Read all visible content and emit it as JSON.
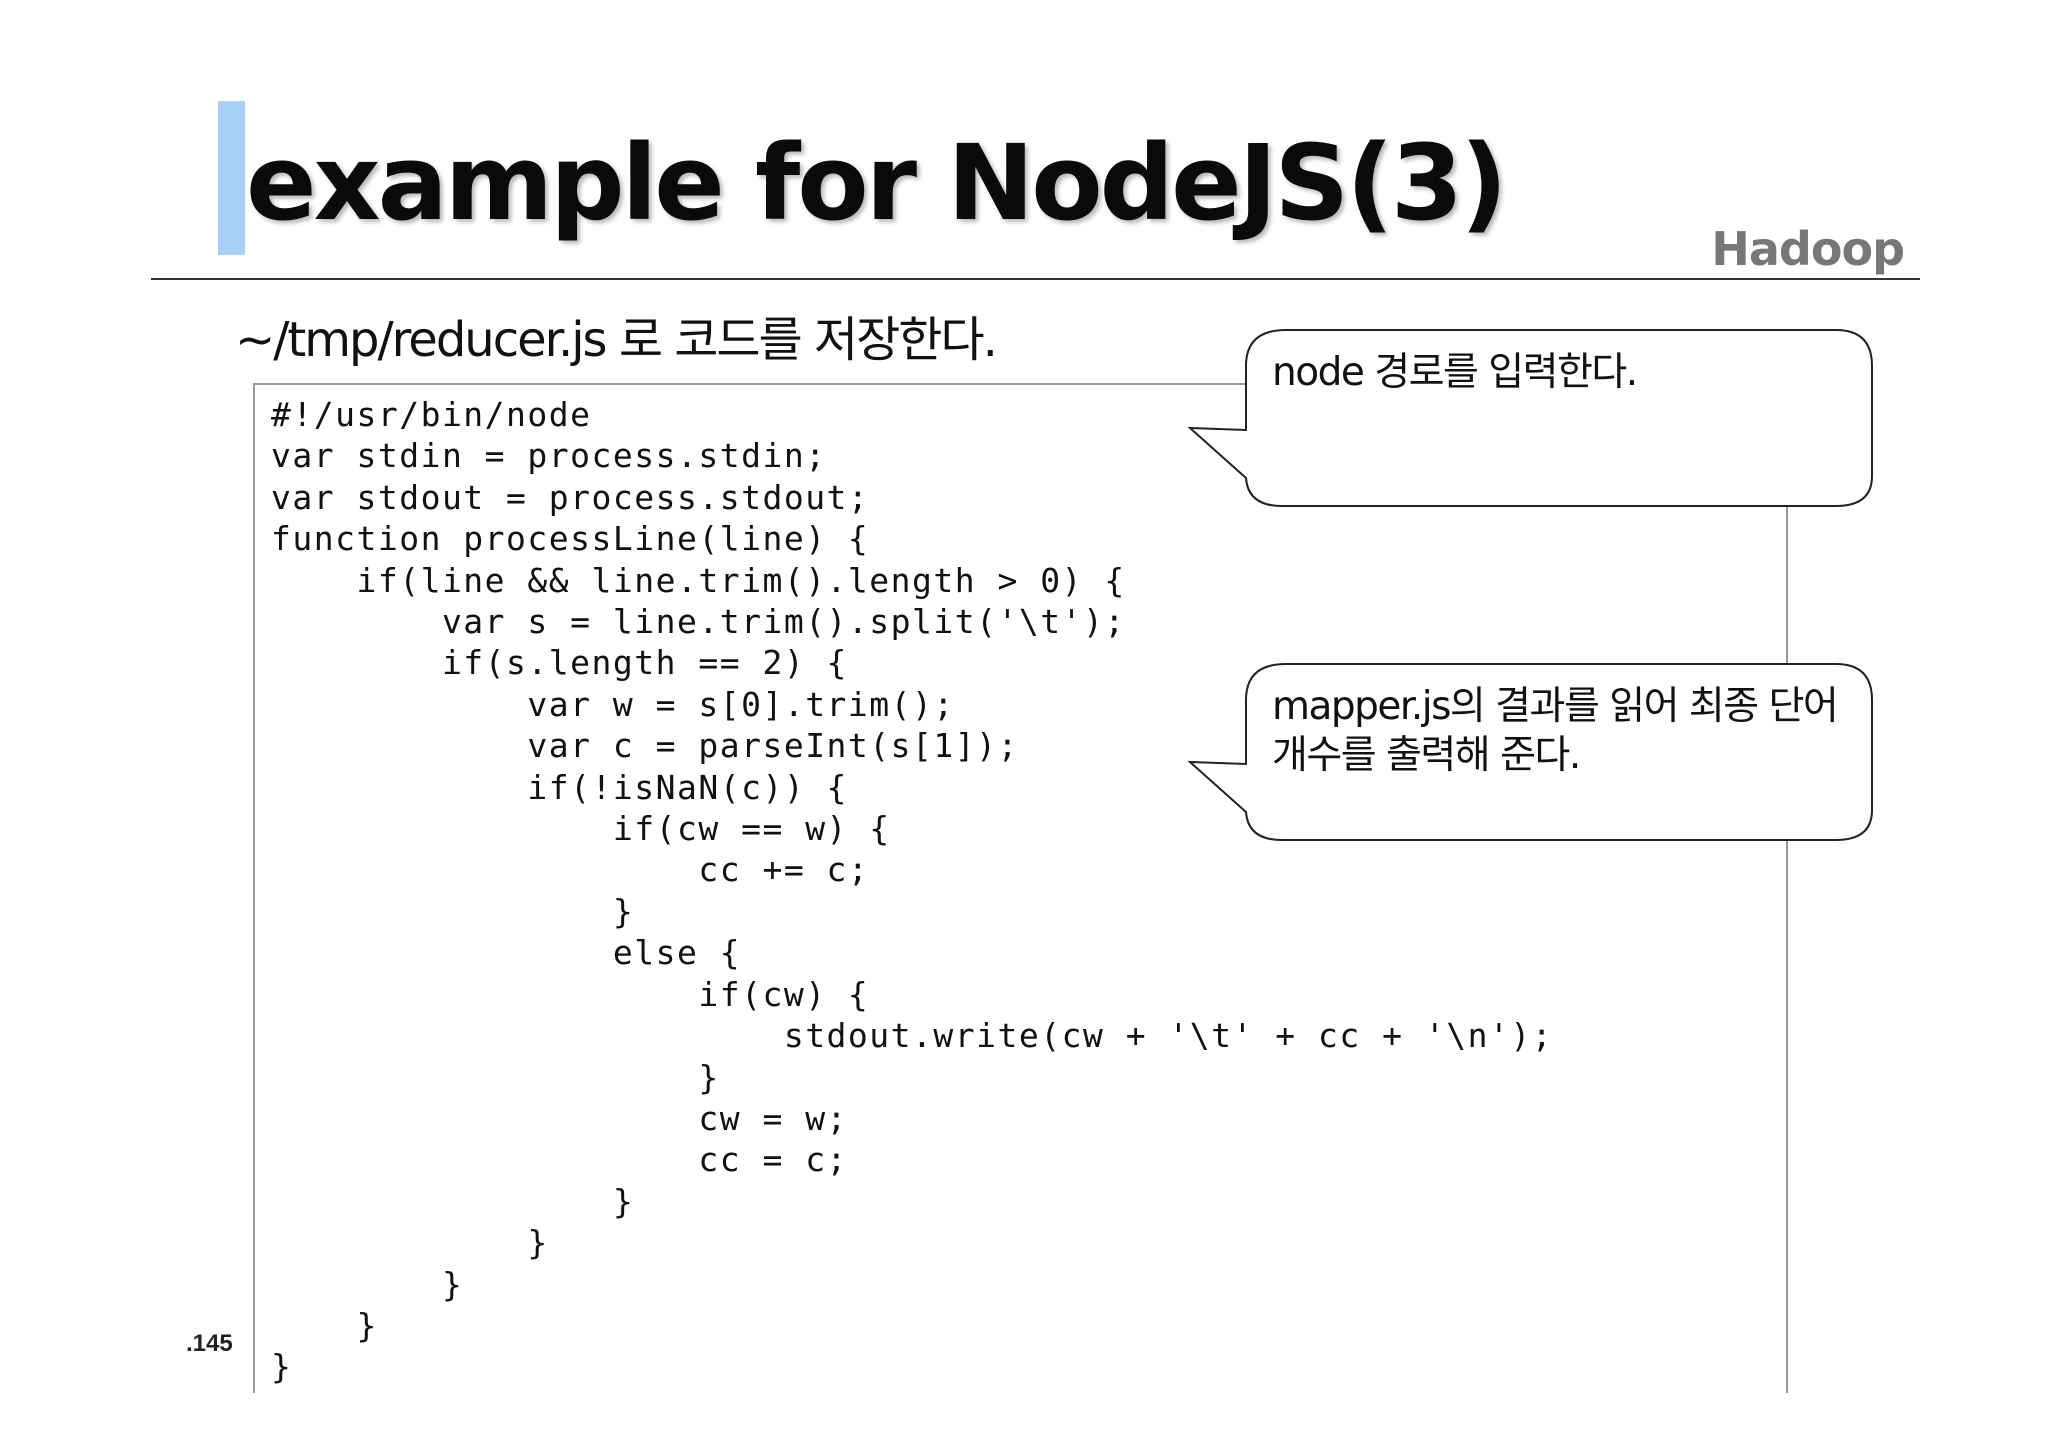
{
  "slide": {
    "title": "example for NodeJS(3)",
    "brand": "Hadoop",
    "subtitle": "~/tmp/reducer.js 로 코드를 저장한다.",
    "page_number": ".145",
    "accent_color": "#a8d0f7"
  },
  "code": {
    "lines": [
      "#!/usr/bin/node",
      "var stdin = process.stdin;",
      "var stdout = process.stdout;",
      "function processLine(line) {",
      "    if(line && line.trim().length > 0) {",
      "        var s = line.trim().split('\\t');",
      "        if(s.length == 2) {",
      "            var w = s[0].trim();",
      "            var c = parseInt(s[1]);",
      "            if(!isNaN(c)) {",
      "                if(cw == w) {",
      "                    cc += c;",
      "                }",
      "                else {",
      "                    if(cw) {",
      "                        stdout.write(cw + '\\t' + cc + '\\n');",
      "                    }",
      "                    cw = w;",
      "                    cc = c;",
      "                }",
      "            }",
      "        }",
      "    }",
      "}"
    ]
  },
  "callouts": [
    {
      "text": "node 경로를 입력한다."
    },
    {
      "text": "mapper.js의 결과를 읽어 최종 단어 개수를 출력해 준다."
    }
  ]
}
